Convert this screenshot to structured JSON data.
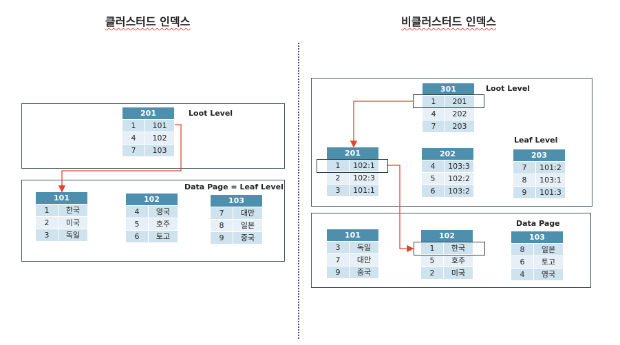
{
  "titles": {
    "left": "클러스터드 인덱스",
    "right": "비클러스터드 인덱스"
  },
  "labels": {
    "left_root": "Loot Level",
    "left_data": "Data Page = Leaf Level",
    "right_root": "Loot Level",
    "right_leaf": "Leaf Level",
    "right_data": "Data Page"
  },
  "colors": {
    "header": "#4f8fae",
    "arrow": "#e0452c",
    "border": "#44545a"
  },
  "tables": {
    "l201": {
      "header": "201",
      "rows": [
        [
          "1",
          "101"
        ],
        [
          "4",
          "102"
        ],
        [
          "7",
          "103"
        ]
      ]
    },
    "l101": {
      "header": "101",
      "rows": [
        [
          "1",
          "한국"
        ],
        [
          "2",
          "미국"
        ],
        [
          "3",
          "독일"
        ]
      ]
    },
    "l102": {
      "header": "102",
      "rows": [
        [
          "4",
          "영국"
        ],
        [
          "5",
          "호주"
        ],
        [
          "6",
          "토고"
        ]
      ]
    },
    "l103": {
      "header": "103",
      "rows": [
        [
          "7",
          "대만"
        ],
        [
          "8",
          "일본"
        ],
        [
          "9",
          "중국"
        ]
      ]
    },
    "r301": {
      "header": "301",
      "rows": [
        [
          "1",
          "201"
        ],
        [
          "4",
          "202"
        ],
        [
          "7",
          "203"
        ]
      ]
    },
    "r201": {
      "header": "201",
      "rows": [
        [
          "1",
          "102:1"
        ],
        [
          "2",
          "102:3"
        ],
        [
          "3",
          "101:1"
        ]
      ]
    },
    "r202": {
      "header": "202",
      "rows": [
        [
          "4",
          "103:3"
        ],
        [
          "5",
          "102:2"
        ],
        [
          "6",
          "103:2"
        ]
      ]
    },
    "r203": {
      "header": "203",
      "rows": [
        [
          "7",
          "101:2"
        ],
        [
          "8",
          "103:1"
        ],
        [
          "9",
          "101:3"
        ]
      ]
    },
    "r101": {
      "header": "101",
      "rows": [
        [
          "3",
          "독일"
        ],
        [
          "7",
          "대만"
        ],
        [
          "9",
          "중국"
        ]
      ]
    },
    "r102": {
      "header": "102",
      "rows": [
        [
          "1",
          "한국"
        ],
        [
          "5",
          "호주"
        ],
        [
          "2",
          "미국"
        ]
      ]
    },
    "r103": {
      "header": "103",
      "rows": [
        [
          "8",
          "일본"
        ],
        [
          "6",
          "토고"
        ],
        [
          "4",
          "영국"
        ]
      ]
    }
  }
}
